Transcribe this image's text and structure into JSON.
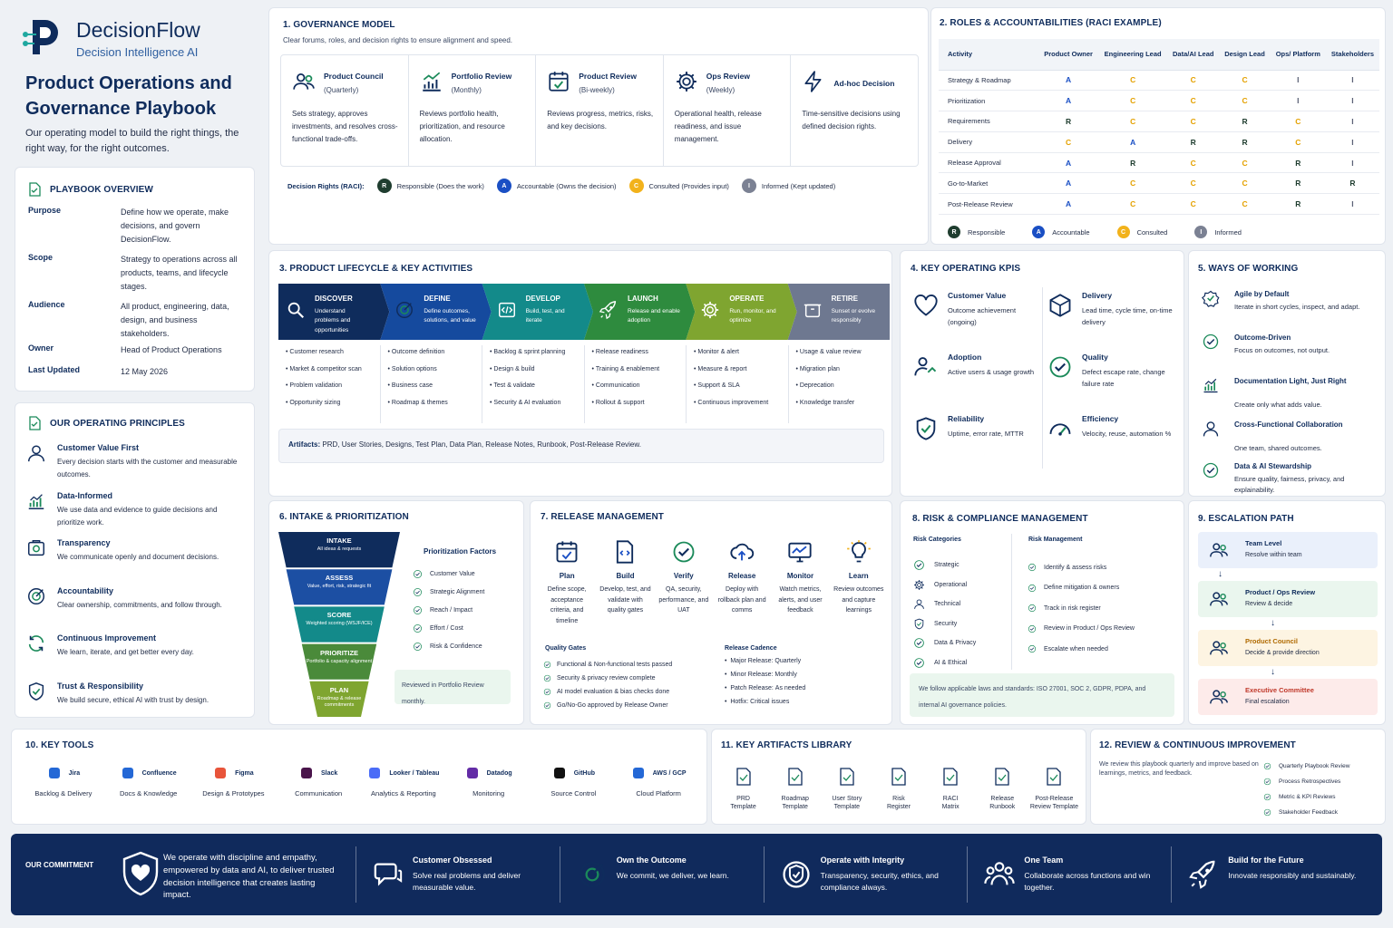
{
  "brand": {
    "name": "DecisionFlow",
    "tagline": "Decision Intelligence AI"
  },
  "header": {
    "title_line1": "Product Operations and",
    "title_line2": "Governance Playbook",
    "subtitle": "Our operating model to build the right things, the right way, for the right outcomes."
  },
  "overview": {
    "title": "PLAYBOOK OVERVIEW",
    "rows": [
      {
        "k": "Purpose",
        "v": "Define how we operate, make decisions, and govern DecisionFlow."
      },
      {
        "k": "Scope",
        "v": "Strategy to operations across all products, teams, and lifecycle stages."
      },
      {
        "k": "Audience",
        "v": "All product, engineering, data, design, and business stakeholders."
      },
      {
        "k": "Owner",
        "v": "Head of Product Operations"
      },
      {
        "k": "Last Updated",
        "v": "12 May 2026"
      }
    ]
  },
  "principles": {
    "title": "OUR OPERATING PRINCIPLES",
    "items": [
      {
        "t": "Customer Value First",
        "d": "Every decision starts with the customer and measurable outcomes.",
        "icon": "user-icon"
      },
      {
        "t": "Data-Informed",
        "d": "We use data and evidence to guide decisions and prioritize work.",
        "icon": "chart-icon"
      },
      {
        "t": "Transparency",
        "d": "We communicate openly and document decisions.",
        "icon": "transparency-icon"
      },
      {
        "t": "Accountability",
        "d": "Clear ownership, commitments, and follow through.",
        "icon": "target-icon"
      },
      {
        "t": "Continuous Improvement",
        "d": "We learn, iterate, and get better every day.",
        "icon": "refresh-icon"
      },
      {
        "t": "Trust & Responsibility",
        "d": "We build secure, ethical AI with trust by design.",
        "icon": "shield-icon"
      }
    ]
  },
  "governance": {
    "title": "1. GOVERNANCE MODEL",
    "subtitle": "Clear forums, roles, and decision rights to ensure alignment and speed.",
    "forums": [
      {
        "name": "Product Council",
        "freq": "(Quarterly)",
        "desc": "Sets strategy, approves investments, and resolves cross-functional trade-offs.",
        "icon": "people-icon"
      },
      {
        "name": "Portfolio Review",
        "freq": "(Monthly)",
        "desc": "Reviews portfolio health, prioritization, and resource allocation.",
        "icon": "growth-chart-icon"
      },
      {
        "name": "Product Review",
        "freq": "(Bi-weekly)",
        "desc": "Reviews progress, metrics, risks, and key decisions.",
        "icon": "calendar-check-icon"
      },
      {
        "name": "Ops Review",
        "freq": "(Weekly)",
        "desc": "Operational health, release readiness, and issue management.",
        "icon": "gear-icon"
      },
      {
        "name": "Ad-hoc Decision",
        "freq": "",
        "desc": "Time-sensitive decisions using defined decision rights.",
        "icon": "lightning-icon"
      }
    ],
    "rights_label": "Decision Rights (RACI):",
    "rights": [
      {
        "l": "R",
        "t": "Responsible (Does the work)"
      },
      {
        "l": "A",
        "t": "Accountable (Owns the decision)"
      },
      {
        "l": "C",
        "t": "Consulted (Provides input)"
      },
      {
        "l": "I",
        "t": "Informed (Kept updated)"
      }
    ]
  },
  "raci": {
    "title": "2. ROLES & ACCOUNTABILITIES (RACI EXAMPLE)",
    "headers": [
      "Activity",
      "Product Owner",
      "Engineering Lead",
      "Data/AI Lead",
      "Design Lead",
      "Ops/ Platform",
      "Stakeholders"
    ],
    "rows": [
      [
        "Strategy & Roadmap",
        "A",
        "C",
        "C",
        "C",
        "I",
        "I"
      ],
      [
        "Prioritization",
        "A",
        "C",
        "C",
        "C",
        "I",
        "I"
      ],
      [
        "Requirements",
        "R",
        "C",
        "C",
        "R",
        "C",
        "I"
      ],
      [
        "Delivery",
        "C",
        "A",
        "R",
        "R",
        "C",
        "I"
      ],
      [
        "Release Approval",
        "A",
        "R",
        "C",
        "C",
        "R",
        "I"
      ],
      [
        "Go-to-Market",
        "A",
        "C",
        "C",
        "C",
        "R",
        "R"
      ],
      [
        "Post-Release Review",
        "A",
        "C",
        "C",
        "C",
        "R",
        "I"
      ]
    ],
    "legend": [
      {
        "l": "R",
        "t": "Responsible"
      },
      {
        "l": "A",
        "t": "Accountable"
      },
      {
        "l": "C",
        "t": "Consulted"
      },
      {
        "l": "I",
        "t": "Informed"
      }
    ]
  },
  "lifecycle": {
    "title": "3. PRODUCT LIFECYCLE & KEY ACTIVITIES",
    "stages": [
      {
        "name": "DISCOVER",
        "desc": "Understand problems and opportunities",
        "color": "#0f2c5c",
        "icon": "search-icon",
        "acts": [
          "Customer research",
          "Market & competitor scan",
          "Problem validation",
          "Opportunity sizing"
        ]
      },
      {
        "name": "DEFINE",
        "desc": "Define outcomes, solutions, and value",
        "color": "#154a9e",
        "icon": "target-icon",
        "acts": [
          "Outcome definition",
          "Solution options",
          "Business case",
          "Roadmap & themes"
        ]
      },
      {
        "name": "DEVELOP",
        "desc": "Build, test, and iterate",
        "color": "#138a8a",
        "icon": "code-icon",
        "acts": [
          "Backlog & sprint planning",
          "Design & build",
          "Test & validate",
          "Security & AI evaluation"
        ]
      },
      {
        "name": "LAUNCH",
        "desc": "Release and enable adoption",
        "color": "#2e8b3e",
        "icon": "rocket-icon",
        "acts": [
          "Release readiness",
          "Training & enablement",
          "Communication",
          "Rollout & support"
        ]
      },
      {
        "name": "OPERATE",
        "desc": "Run, monitor, and optimize",
        "color": "#7fa530",
        "icon": "gear-icon",
        "acts": [
          "Monitor & alert",
          "Measure & report",
          "Support & SLA",
          "Continuous improvement"
        ]
      },
      {
        "name": "RETIRE",
        "desc": "Sunset or evolve responsibly",
        "color": "#6e7890",
        "icon": "retire-icon",
        "acts": [
          "Usage & value review",
          "Migration plan",
          "Deprecation",
          "Knowledge transfer"
        ]
      }
    ],
    "artifacts_label": "Artifacts:",
    "artifacts": "PRD, User Stories, Designs, Test Plan, Data Plan, Release Notes, Runbook, Post-Release Review."
  },
  "kpis": {
    "title": "4. KEY OPERATING KPIS",
    "items": [
      {
        "t": "Customer Value",
        "d": "Outcome achievement (ongoing)",
        "icon": "heart-icon"
      },
      {
        "t": "Delivery",
        "d": "Lead time, cycle time, on-time delivery",
        "icon": "box-icon"
      },
      {
        "t": "Adoption",
        "d": "Active users & usage growth",
        "icon": "users-icon"
      },
      {
        "t": "Quality",
        "d": "Defect escape rate, change failure rate",
        "icon": "check-circle-icon"
      },
      {
        "t": "Reliability",
        "d": "Uptime, error rate, MTTR",
        "icon": "shield-check-icon"
      },
      {
        "t": "Efficiency",
        "d": "Velocity, reuse, automation %",
        "icon": "gauge-icon"
      }
    ]
  },
  "ways": {
    "title": "5. WAYS OF WORKING",
    "items": [
      {
        "t": "Agile by Default",
        "d": "Iterate in short cycles, inspect, and adapt.",
        "icon": "agile-icon"
      },
      {
        "t": "Outcome-Driven",
        "d": "Focus on outcomes, not output.",
        "icon": "check-circle-icon"
      },
      {
        "t": "Documentation Light, Just Right",
        "d": "Create only what adds value.",
        "icon": "chart-icon"
      },
      {
        "t": "Cross-Functional Collaboration",
        "d": "One team, shared outcomes.",
        "icon": "user-icon"
      },
      {
        "t": "Data & AI Stewardship",
        "d": "Ensure quality, fairness, privacy, and explainability.",
        "icon": "check-circle-icon"
      }
    ]
  },
  "intake": {
    "title": "6. INTAKE & PRIORITIZATION",
    "funnel": [
      {
        "t": "INTAKE",
        "d": "All ideas & requests",
        "c": "#0f2c5c"
      },
      {
        "t": "ASSESS",
        "d": "Value, effort, risk, strategic fit",
        "c": "#1c4fa3"
      },
      {
        "t": "SCORE",
        "d": "Weighted scoring (WSJF/ICE)",
        "c": "#138a8a"
      },
      {
        "t": "PRIORITIZE",
        "d": "Portfolio & capacity alignment",
        "c": "#4a8a3a"
      },
      {
        "t": "PLAN",
        "d": "Roadmap & release commitments",
        "c": "#7fa530"
      }
    ],
    "factors_title": "Prioritization Factors",
    "factors": [
      "Customer Value",
      "Strategic Alignment",
      "Reach / Impact",
      "Effort / Cost",
      "Risk & Confidence"
    ],
    "note": "Reviewed in Portfolio Review monthly."
  },
  "release": {
    "title": "7. RELEASE MANAGEMENT",
    "steps": [
      {
        "t": "Plan",
        "d": "Define scope, acceptance criteria, and timeline",
        "icon": "calendar-icon"
      },
      {
        "t": "Build",
        "d": "Develop, test, and validate with quality gates",
        "icon": "code-file-icon"
      },
      {
        "t": "Verify",
        "d": "QA, security, performance, and UAT",
        "icon": "check-circle-icon"
      },
      {
        "t": "Release",
        "d": "Deploy with rollback plan and comms",
        "icon": "cloud-upload-icon"
      },
      {
        "t": "Monitor",
        "d": "Watch metrics, alerts, and user feedback",
        "icon": "monitor-icon"
      },
      {
        "t": "Learn",
        "d": "Review outcomes and capture learnings",
        "icon": "lightbulb-icon"
      }
    ],
    "gates_title": "Quality Gates",
    "gates": [
      "Functional & Non-functional tests passed",
      "Security & privacy review complete",
      "AI model evaluation & bias checks done",
      "Go/No-Go approved by Release Owner"
    ],
    "cadence_title": "Release Cadence",
    "cadence": [
      {
        "k": "Major Release:",
        "v": "Quarterly"
      },
      {
        "k": "Minor Release:",
        "v": "Monthly"
      },
      {
        "k": "Patch Release:",
        "v": "As needed"
      },
      {
        "k": "Hotfix:",
        "v": "Critical issues"
      }
    ]
  },
  "risk": {
    "title": "8. RISK & COMPLIANCE MANAGEMENT",
    "cat_title": "Risk Categories",
    "categories": [
      "Strategic",
      "Operational",
      "Technical",
      "Security",
      "Data & Privacy",
      "AI & Ethical"
    ],
    "mgmt_title": "Risk Management",
    "mgmt": [
      "Identify & assess risks",
      "Define mitigation & owners",
      "Track in risk register",
      "Review in Product / Ops Review",
      "Escalate when needed"
    ],
    "note": "We follow applicable laws and standards: ISO 27001, SOC 2, GDPR, PDPA, and internal AI governance policies."
  },
  "escalation": {
    "title": "9. ESCALATION PATH",
    "levels": [
      {
        "t": "Team Level",
        "d": "Resolve within team",
        "bg": "#eaf0fb",
        "c": "#0f2c5c"
      },
      {
        "t": "Product / Ops Review",
        "d": "Review & decide",
        "bg": "#eaf6ee",
        "c": "#0f2c5c"
      },
      {
        "t": "Product Council",
        "d": "Decide & provide direction",
        "bg": "#fdf4e2",
        "c": "#b06a00"
      },
      {
        "t": "Executive Committee",
        "d": "Final escalation",
        "bg": "#fdebea",
        "c": "#c0392b"
      }
    ]
  },
  "tools": {
    "title": "10. KEY TOOLS",
    "items": [
      {
        "n": "Jira",
        "d": "Backlog & Delivery",
        "c": "#2468d6"
      },
      {
        "n": "Confluence",
        "d": "Docs & Knowledge",
        "c": "#2468d6"
      },
      {
        "n": "Figma",
        "d": "Design & Prototypes",
        "c": "#e8543a"
      },
      {
        "n": "Slack",
        "d": "Communication",
        "c": "#4a154b"
      },
      {
        "n": "Looker / Tableau",
        "d": "Analytics & Reporting",
        "c": "#4a6cf7"
      },
      {
        "n": "Datadog",
        "d": "Monitoring",
        "c": "#632ca6"
      },
      {
        "n": "GitHub",
        "d": "Source Control",
        "c": "#111"
      },
      {
        "n": "AWS / GCP",
        "d": "Cloud Platform",
        "c": "#2468d6"
      }
    ]
  },
  "artifactlib": {
    "title": "11. KEY ARTIFACTS LIBRARY",
    "items": [
      {
        "l1": "PRD",
        "l2": "Template"
      },
      {
        "l1": "Roadmap",
        "l2": "Template"
      },
      {
        "l1": "User Story",
        "l2": "Template"
      },
      {
        "l1": "Risk",
        "l2": "Register"
      },
      {
        "l1": "RACI",
        "l2": "Matrix"
      },
      {
        "l1": "Release",
        "l2": "Runbook"
      },
      {
        "l1": "Post-Release",
        "l2": "Review Template"
      }
    ]
  },
  "review": {
    "title": "12. REVIEW & CONTINUOUS IMPROVEMENT",
    "desc": "We review this playbook quarterly and improve based on learnings, metrics, and feedback.",
    "items": [
      "Quarterly Playbook Review",
      "Process Retrospectives",
      "Metric & KPI Reviews",
      "Stakeholder Feedback"
    ]
  },
  "commitment": {
    "label": "OUR COMMITMENT",
    "text": "We operate with discipline and empathy, empowered by data and AI, to deliver trusted decision intelligence that creates lasting impact.",
    "items": [
      {
        "t": "Customer Obsessed",
        "d": "Solve real problems and deliver measurable value.",
        "icon": "chat-icon"
      },
      {
        "t": "Own the Outcome",
        "d": "We commit, we deliver, we learn.",
        "icon": "target-icon"
      },
      {
        "t": "Operate with Integrity",
        "d": "Transparency, security, ethics, and compliance always.",
        "icon": "badge-icon"
      },
      {
        "t": "One Team",
        "d": "Collaborate across functions and win together.",
        "icon": "team-icon"
      },
      {
        "t": "Build for the Future",
        "d": "Innovate responsibly and sustainably.",
        "icon": "rocket-icon"
      }
    ]
  },
  "colors": {
    "navy": "#0f2c5c",
    "R": "#1f3d2f",
    "A": "#1a4fc4",
    "C": "#f2b21b",
    "I": "#7b8193"
  }
}
